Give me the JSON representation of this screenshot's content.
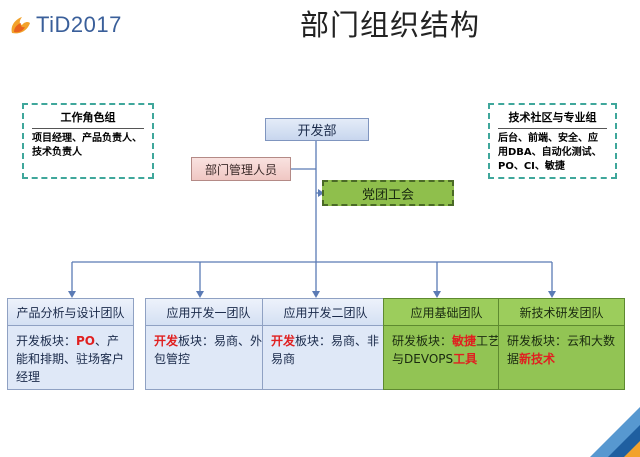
{
  "logo": {
    "text": "TiD2017",
    "icon": "flame-logo-icon"
  },
  "title": "部门组织结构",
  "work_group": {
    "title": "工作角色组",
    "body": "项目经理、产品负责人、技术负责人"
  },
  "tech_group": {
    "title": "技术社区与专业组",
    "body": "后台、前端、安全、应用DBA、自动化测试、PO、CI、敏捷"
  },
  "dev_dept": "开发部",
  "mgr": "部门管理人员",
  "party": "党团工会",
  "teams": [
    {
      "name": "产品分析与设计团队",
      "style": "blue",
      "segs": [
        {
          "t": "开发板块："
        },
        {
          "t": "PO",
          "red": true
        },
        {
          "t": "、产能和排期、驻场客户经理"
        }
      ]
    },
    {
      "name": "应用开发一团队",
      "style": "blue",
      "segs": [
        {
          "t": "开发",
          "red": true
        },
        {
          "t": "板块：易商、外包管控"
        }
      ]
    },
    {
      "name": "应用开发二团队",
      "style": "blue",
      "segs": [
        {
          "t": "开发",
          "red": true
        },
        {
          "t": "板块：易商、非易商"
        }
      ]
    },
    {
      "name": "应用基础团队",
      "style": "green",
      "segs": [
        {
          "t": "研发板块："
        },
        {
          "t": "敏捷",
          "red": true
        },
        {
          "t": "工艺与DEVOPS"
        },
        {
          "t": "工具",
          "red": true
        }
      ]
    },
    {
      "name": "新技术研发团队",
      "style": "green",
      "segs": [
        {
          "t": "研发板块：云和大数据"
        },
        {
          "t": "新技术",
          "red": true
        }
      ]
    }
  ],
  "colors": {
    "line": "#5b7bb5",
    "accent_red": "#e02020",
    "dash_green": "#3fa79b",
    "team_green": "#92c454",
    "team_blue": "#dfe8f7"
  }
}
